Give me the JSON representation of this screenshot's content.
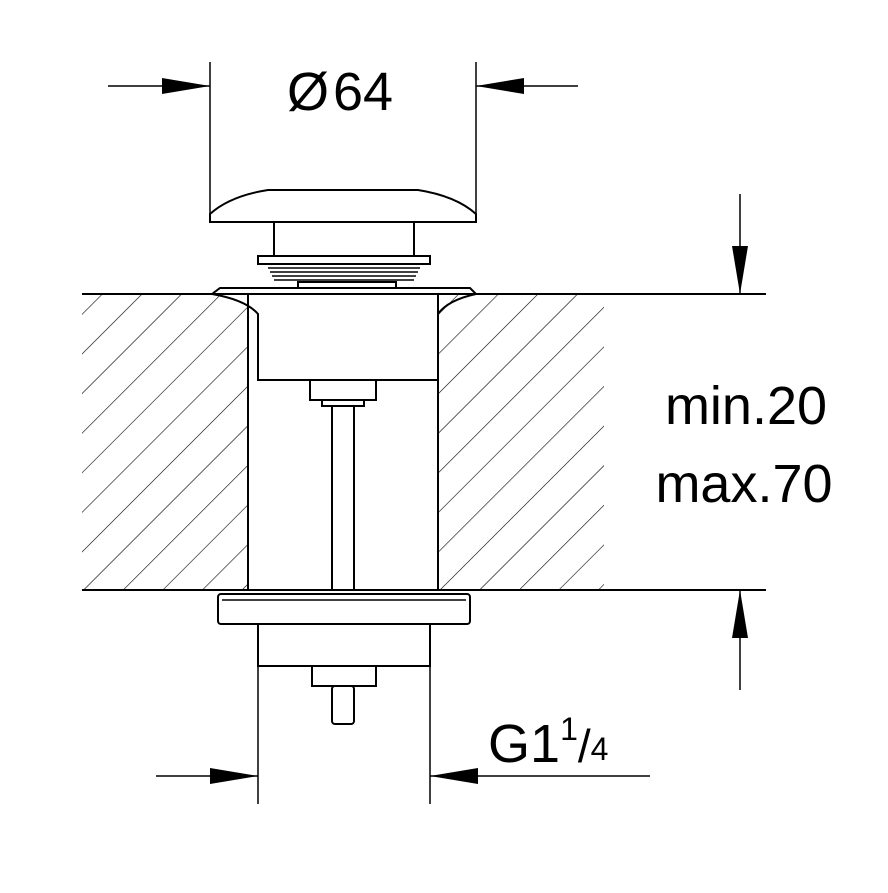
{
  "drawing": {
    "diameter_symbol": "Ø",
    "diameter_value": "64",
    "thickness_min": "min.20",
    "thickness_max": "max.70",
    "thread_letter": "G",
    "thread_whole": "1",
    "thread_numerator": "1",
    "thread_slash": "/",
    "thread_denominator": "4"
  },
  "colors": {
    "line": "#000000",
    "background": "#ffffff"
  }
}
